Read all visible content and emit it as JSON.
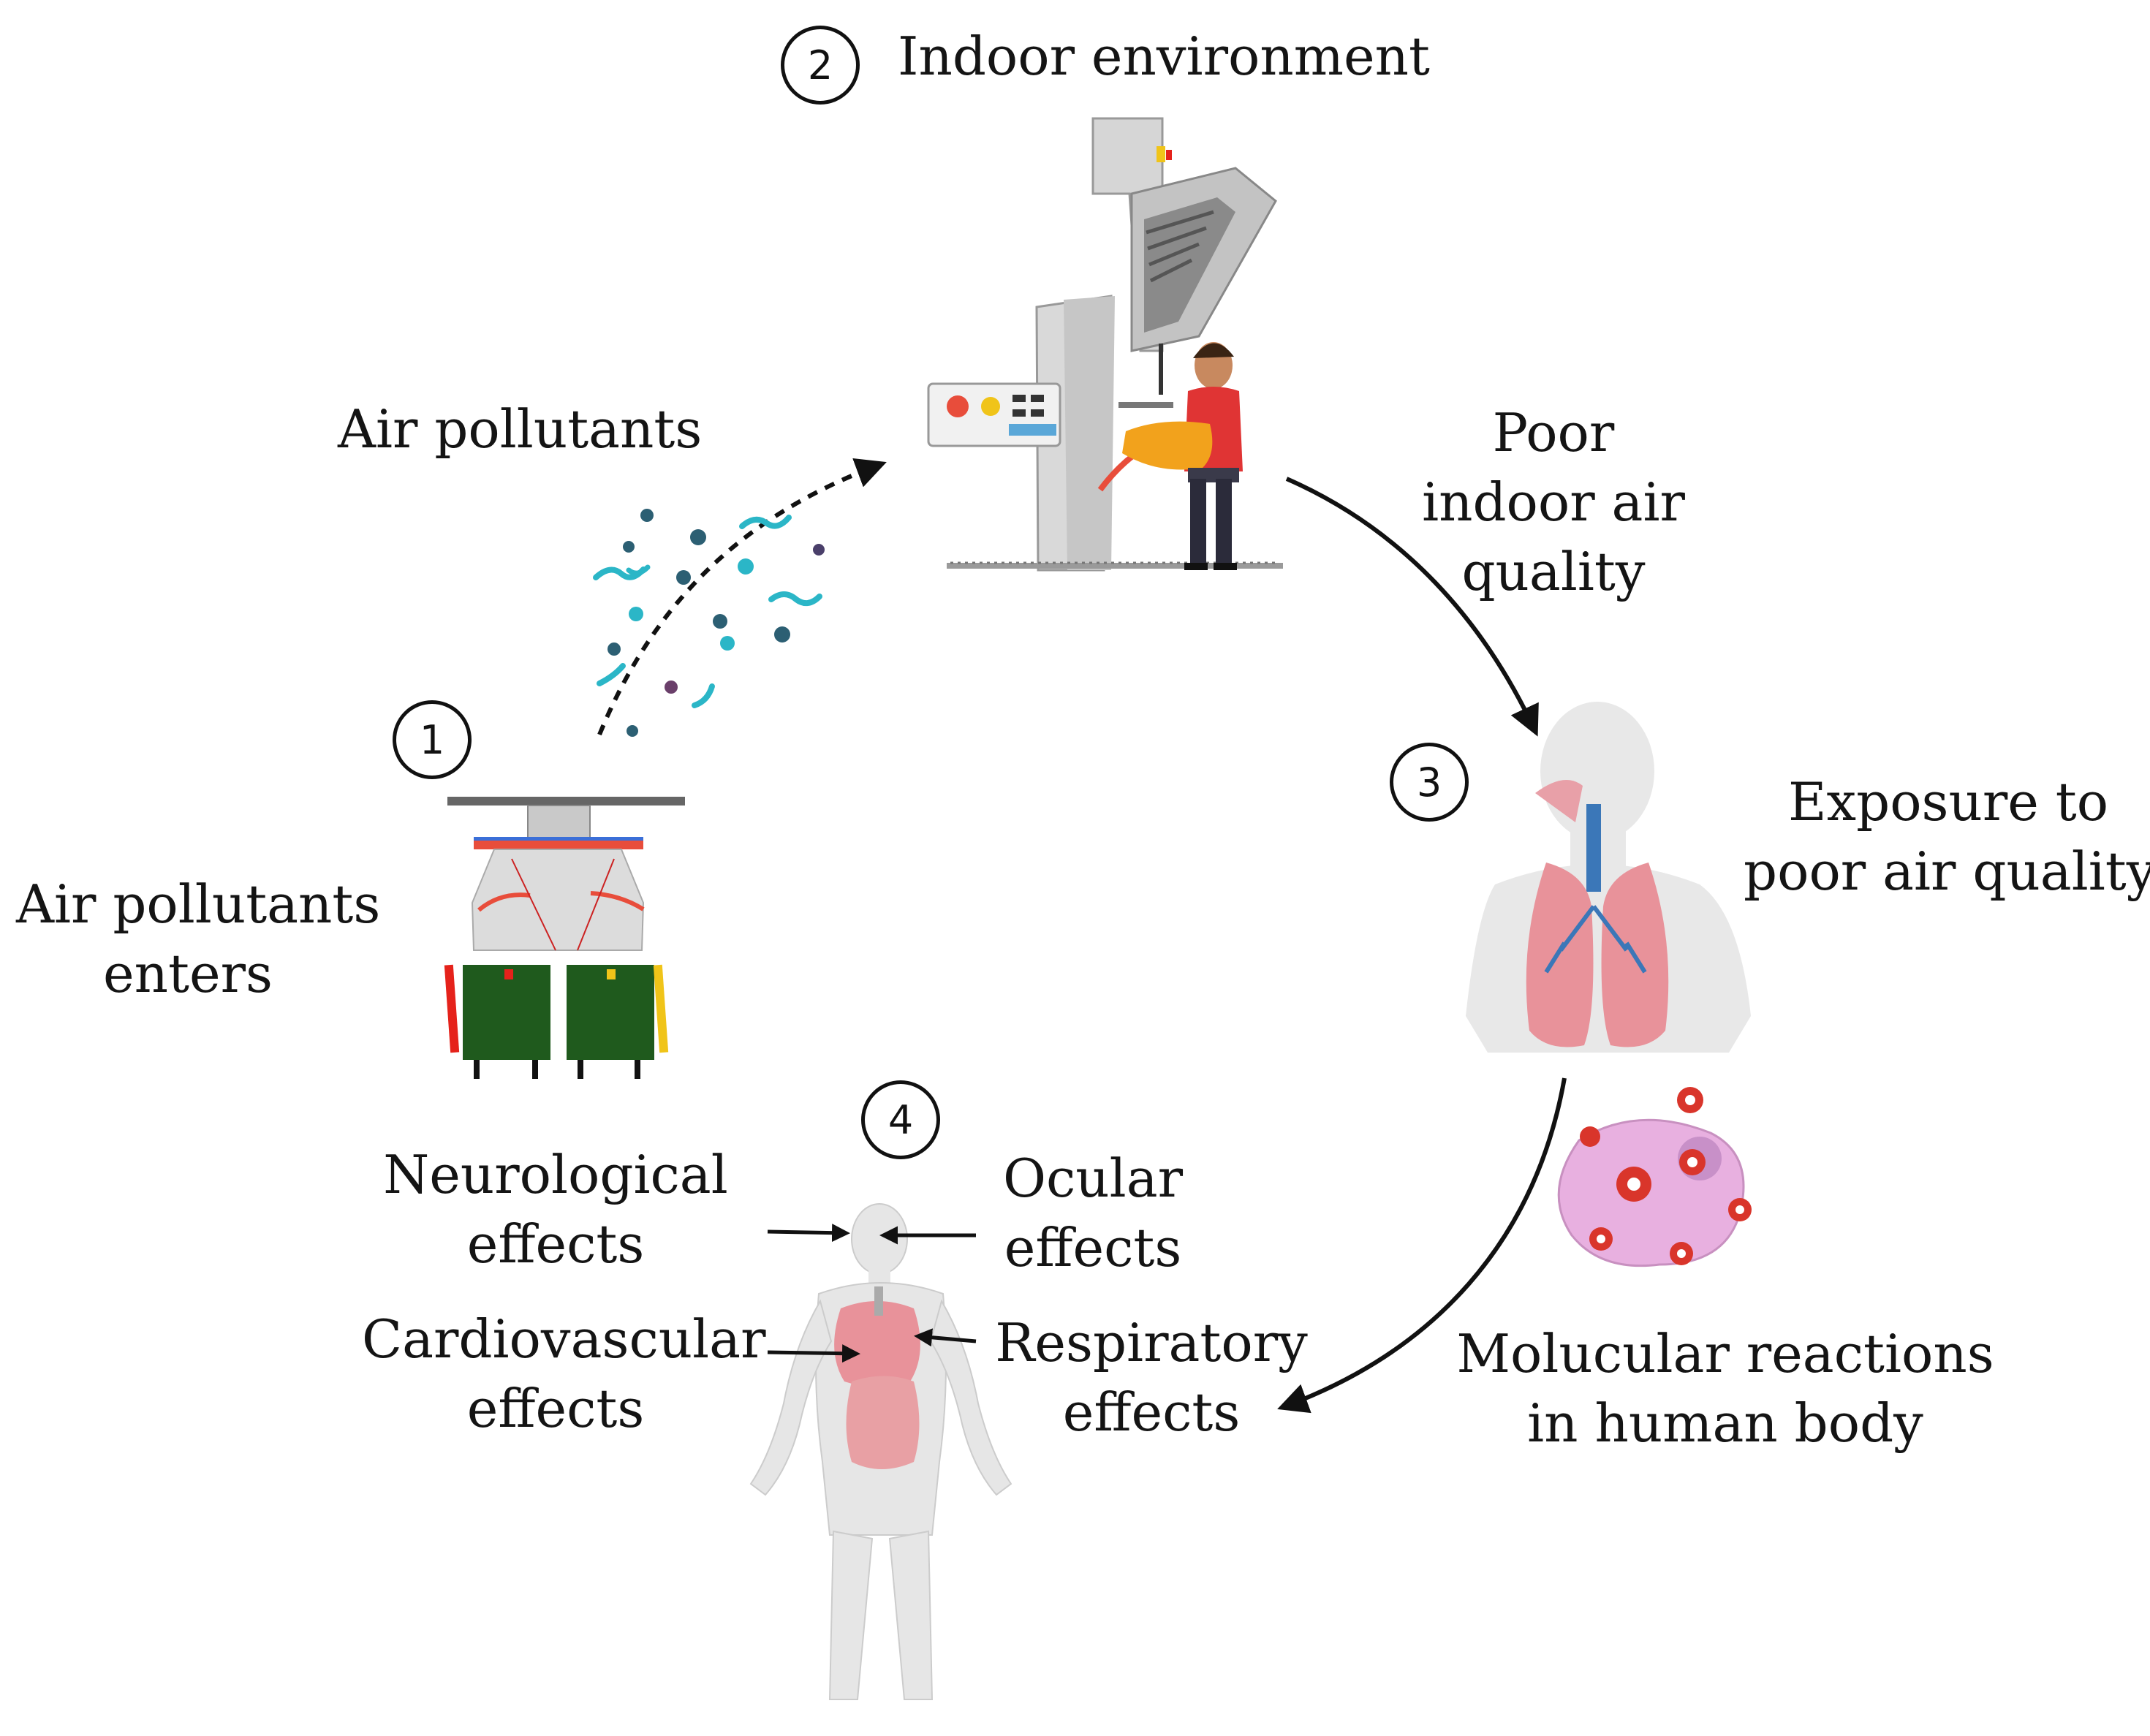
{
  "steps": {
    "one": "1",
    "two": "2",
    "three": "3",
    "four": "4"
  },
  "labels": {
    "indoor_environment": "Indoor environment",
    "air_pollutants": "Air pollutants",
    "air_pollutants_enters_1": "Air pollutants",
    "air_pollutants_enters_2": "enters",
    "poor_iaq_1": "Poor",
    "poor_iaq_2": "indoor air",
    "poor_iaq_3": "quality",
    "exposure_1": "Exposure to",
    "exposure_2": "poor air quality",
    "molecular_1": "Molucular reactions",
    "molecular_2": "in human body",
    "neurological_1": "Neurological",
    "neurological_2": "effects",
    "ocular_1": "Ocular",
    "ocular_2": "effects",
    "cardiovascular_1": "Cardiovascular",
    "cardiovascular_2": "effects",
    "respiratory_1": "Respiratory",
    "respiratory_2": "effects"
  },
  "colors": {
    "bin_green": "#1f5a1d",
    "bin_red": "#e5221b",
    "bin_yellow": "#f0c419",
    "pollutant_teal": "#2bb6c7",
    "pollutant_dark": "#2c5f73",
    "body_gray": "#e7e7e7",
    "lung_pink": "#e8929a",
    "trachea_blue": "#3b77b8",
    "cell_pink": "#e8b0e0",
    "particle_red": "#d9352b",
    "shirt_red": "#e03434",
    "basket_orange": "#f2a21c"
  },
  "icons": [
    "waste-bin-icon",
    "pollutant-particles-icon",
    "indoor-machine-icon",
    "worker-icon",
    "respiratory-torso-icon",
    "molecular-cell-icon",
    "human-body-icon"
  ]
}
